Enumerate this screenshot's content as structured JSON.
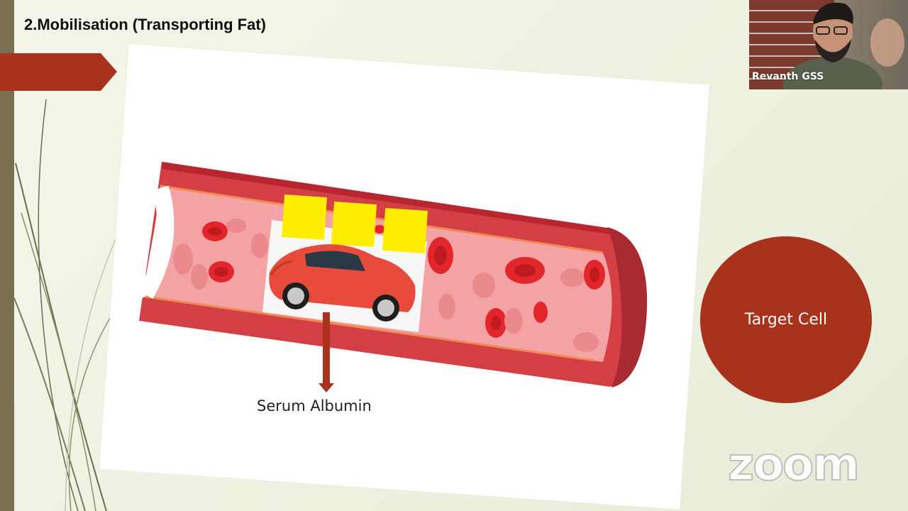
{
  "slide": {
    "title": "2.Mobilisation (Transporting Fat)",
    "arrow_label": "Serum Albumin",
    "target_label": "Target Cell"
  },
  "video": {
    "participant_name": "Revanth GSS"
  },
  "watermark": {
    "text": "zoom"
  },
  "colors": {
    "accent_red": "#a8321c",
    "vessel_red": "#d9424a",
    "fat_yellow": "#ffee00",
    "left_bar": "#7a6f51"
  },
  "icons": {
    "car": "car-icon",
    "fat_blocks": "fat-molecule-icon"
  }
}
